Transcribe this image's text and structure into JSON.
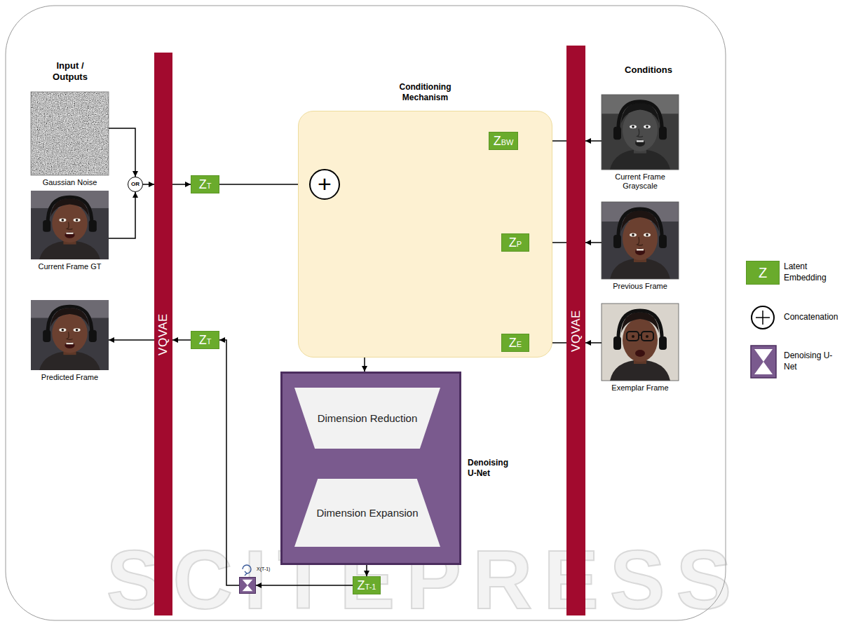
{
  "diagram": {
    "nodes": [
      {
        "text": [
          "Gaussian Noise"
        ]
      },
      {
        "text": [
          "Current Frame GT"
        ]
      },
      {
        "text": [
          "OR"
        ]
      },
      {
        "text": [
          "VQVAE"
        ]
      },
      {
        "text": [
          "ZT"
        ]
      },
      {
        "text": [
          "Conditioning Mechanism"
        ]
      },
      {
        "text": [
          "+"
        ],
        "in": 5
      },
      {
        "text": [
          "ZBW"
        ],
        "in": 5
      },
      {
        "text": [
          "ZP"
        ],
        "in": 5
      },
      {
        "text": [
          "ZE"
        ],
        "in": 5
      },
      {
        "text": [
          "VQVAE"
        ]
      },
      {
        "text": [
          "Current Frame Grayscale"
        ]
      },
      {
        "text": [
          "Previous Frame"
        ]
      },
      {
        "text": [
          "Exemplar Frame"
        ]
      },
      {
        "text": [
          "Predicted Frame"
        ]
      },
      {
        "text": [
          "ZT"
        ]
      },
      {
        "text": [
          "Denoising U-Net"
        ]
      },
      {
        "text": [
          "Dimension Reduction"
        ],
        "in": 16
      },
      {
        "text": [
          "Dimension Expansion"
        ],
        "in": 16
      },
      {
        "text": [
          "ZT-1"
        ]
      },
      {
        "text": [
          "X(T-1)"
        ]
      }
    ],
    "edges": [
      {
        "from": 0,
        "to": 2,
        "arrow": "to"
      },
      {
        "from": 1,
        "to": 2,
        "arrow": "to"
      },
      {
        "from": 2,
        "to": 3,
        "arrow": "to"
      },
      {
        "from": 3,
        "to": 4,
        "arrow": "to"
      },
      {
        "from": 4,
        "to": 6,
        "arrow": "to"
      },
      {
        "from": 7,
        "to": 6,
        "arrow": "to"
      },
      {
        "from": 8,
        "to": 6,
        "arrow": "to"
      },
      {
        "from": 9,
        "to": 6,
        "arrow": "to"
      },
      {
        "from": 11,
        "to": 10,
        "arrow": "to"
      },
      {
        "from": 12,
        "to": 10,
        "arrow": "to"
      },
      {
        "from": 13,
        "to": 10,
        "arrow": "to"
      },
      {
        "from": 10,
        "to": 7,
        "arrow": "to"
      },
      {
        "from": 10,
        "to": 8,
        "arrow": "to"
      },
      {
        "from": 10,
        "to": 9,
        "arrow": "to"
      },
      {
        "from": 6,
        "to": 16,
        "arrow": "to"
      },
      {
        "from": 17,
        "to": 18,
        "arrow": "to"
      },
      {
        "from": 16,
        "to": 19,
        "arrow": "to"
      },
      {
        "from": 19,
        "to": 20,
        "arrow": "to"
      },
      {
        "from": 20,
        "to": 15,
        "arrow": "to"
      },
      {
        "from": 15,
        "to": 3,
        "arrow": "to"
      },
      {
        "from": 3,
        "to": 14,
        "arrow": "to"
      }
    ],
    "labels": [
      "Input / Outputs",
      "Conditions",
      "Z",
      "SCITEPRESS"
    ],
    "legend": [
      {
        "text": "Latent Embedding",
        "color": "#6aab2c"
      },
      {
        "text": "Concatenation"
      },
      {
        "text": "Denoising U-Net"
      }
    ]
  }
}
